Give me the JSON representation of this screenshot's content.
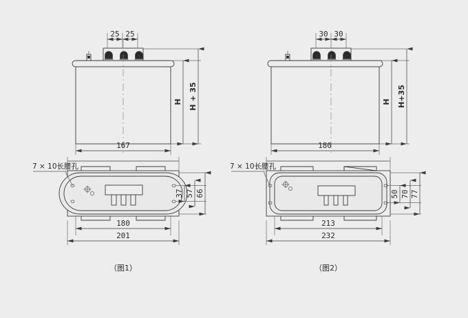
{
  "page": {
    "background_color": "#ededed",
    "line_color": "#3a3a3a",
    "drawing_type": "engineering-dimension-drawing",
    "title": ""
  },
  "figures": [
    {
      "id": "figure-1",
      "caption": "（图1）",
      "front_view": {
        "terminal_spacing_left": "25",
        "terminal_spacing_right": "25",
        "width": "167",
        "height_label": "H",
        "overall_height_label": "H + 35",
        "terminal_count": 3
      },
      "bottom_view": {
        "slot_note": "7 × 10长腰孔",
        "inner_width": "180",
        "outer_width": "201",
        "dim_inner_height": "37",
        "dim_mid_height": "57",
        "dim_outer_height": "66",
        "pin_count": 3
      }
    },
    {
      "id": "figure-2",
      "caption": "（图2）",
      "front_view": {
        "terminal_spacing_left": "30",
        "terminal_spacing_right": "30",
        "width": "180",
        "height_label": "H",
        "overall_height_label": "H+35",
        "terminal_count": 3
      },
      "bottom_view": {
        "slot_note": "7 × 10长腰孔",
        "inner_width": "213",
        "outer_width": "232",
        "dim_inner_height": "50",
        "dim_mid_height": "70",
        "dim_outer_height": "77",
        "pin_count": 3
      }
    }
  ]
}
